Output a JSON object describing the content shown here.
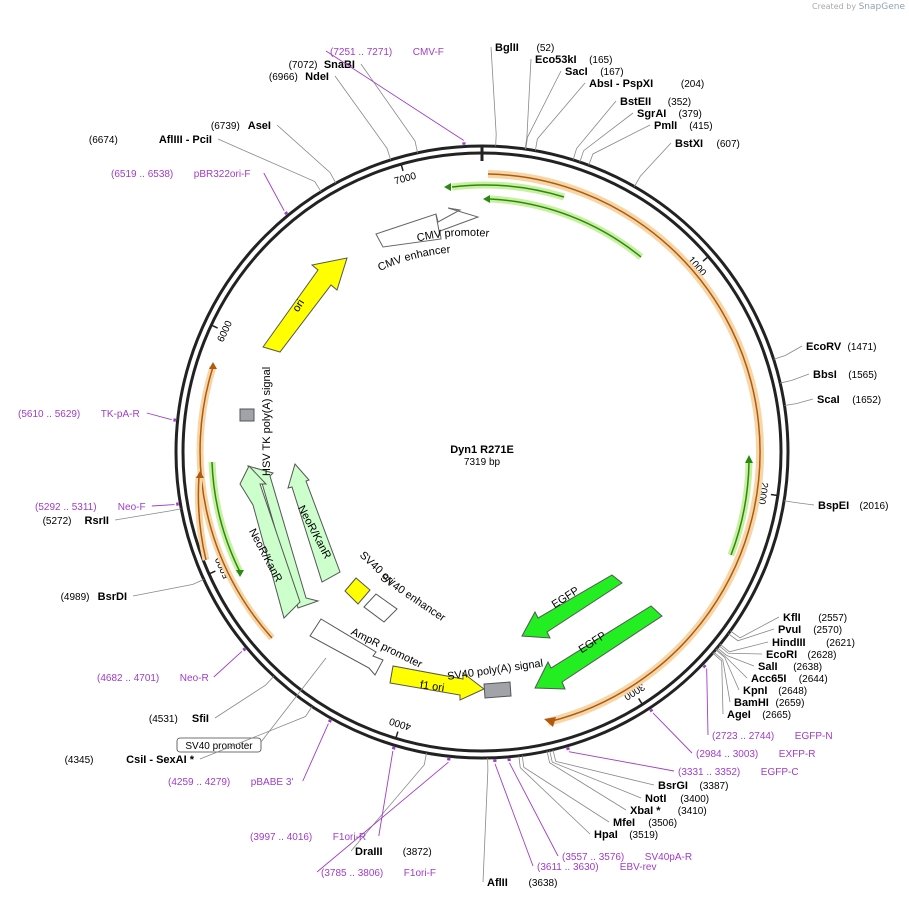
{
  "credit": {
    "prefix": "Created by",
    "brand": "SnapGene"
  },
  "plasmid": {
    "name": "Dyn1 R271E",
    "size_label": "7319 bp",
    "length": 7319
  },
  "colors": {
    "backbone": "#222222",
    "primer": "#a03cc8",
    "orf": "#e8a64a",
    "orf_glow": "#f6d6a6",
    "green_glow": "#c8f0a0",
    "green": "#2a8a10",
    "yellow": "#ffff00",
    "egfp": "#22ee22",
    "neo": "#ccffcc",
    "grey": "#a0a4a8"
  },
  "ticks": [
    "1000",
    "2000",
    "3000",
    "4000",
    "5000",
    "6000",
    "7000"
  ],
  "sites": [
    {
      "name": "BglII",
      "pos": "(52)"
    },
    {
      "name": "Eco53kI",
      "pos": "(165)"
    },
    {
      "name": "SacI",
      "pos": "(167)"
    },
    {
      "name": "AbsI  - PspXI",
      "pos": "(204)"
    },
    {
      "name": "BstEII",
      "pos": "(352)"
    },
    {
      "name": "SgrAI",
      "pos": "(379)"
    },
    {
      "name": "PmlI",
      "pos": "(415)"
    },
    {
      "name": "BstXI",
      "pos": "(607)"
    },
    {
      "name": "EcoRV",
      "pos": "(1471)"
    },
    {
      "name": "BbsI",
      "pos": "(1565)"
    },
    {
      "name": "ScaI",
      "pos": "(1652)"
    },
    {
      "name": "BspEI",
      "pos": "(2016)"
    },
    {
      "name": "KflI",
      "pos": "(2557)"
    },
    {
      "name": "PvuI",
      "pos": "(2570)"
    },
    {
      "name": "HindIII",
      "pos": "(2621)"
    },
    {
      "name": "EcoRI",
      "pos": "(2628)"
    },
    {
      "name": "SalI",
      "pos": "(2638)"
    },
    {
      "name": "Acc65I",
      "pos": "(2644)"
    },
    {
      "name": "KpnI",
      "pos": "(2648)"
    },
    {
      "name": "BamHI",
      "pos": "(2659)"
    },
    {
      "name": "AgeI",
      "pos": "(2665)"
    },
    {
      "name": "BsrGI",
      "pos": "(3387)"
    },
    {
      "name": "NotI",
      "pos": "(3400)"
    },
    {
      "name": "XbaI *",
      "pos": "(3410)"
    },
    {
      "name": "MfeI",
      "pos": "(3506)"
    },
    {
      "name": "HpaI",
      "pos": "(3519)"
    },
    {
      "name": "AflII",
      "pos": "(3638)"
    },
    {
      "name": "DraIII",
      "pos": "(3872)"
    },
    {
      "name": "CsiI  - SexAI *",
      "pos": "(4345)"
    },
    {
      "name": "SfiI",
      "pos": "(4531)"
    },
    {
      "name": "BsrDI",
      "pos": "(4989)"
    },
    {
      "name": "RsrII",
      "pos": "(5272)"
    },
    {
      "name": "AflIII  - PciI",
      "pos": "(6674)"
    },
    {
      "name": "AseI",
      "pos": "(6739)"
    },
    {
      "name": "NdeI",
      "pos": "(6966)"
    },
    {
      "name": "SnaBI",
      "pos": "(7072)"
    }
  ],
  "primers": [
    {
      "name": "CMV-F",
      "range": "(7251 .. 7271)"
    },
    {
      "name": "pBR322ori-F",
      "range": "(6519 .. 6538)"
    },
    {
      "name": "TK-pA-R",
      "range": "(5610 .. 5629)"
    },
    {
      "name": "Neo-F",
      "range": "(5292 .. 5311)"
    },
    {
      "name": "Neo-R",
      "range": "(4682 .. 4701)"
    },
    {
      "name": "pBABE 3'",
      "range": "(4259 .. 4279)"
    },
    {
      "name": "F1ori-R",
      "range": "(3997 .. 4016)"
    },
    {
      "name": "F1ori-F",
      "range": "(3785 .. 3806)"
    },
    {
      "name": "EBV-rev",
      "range": "(3611 .. 3630)"
    },
    {
      "name": "SV40pA-R",
      "range": "(3557 .. 3576)"
    },
    {
      "name": "EGFP-C",
      "range": "(3331 .. 3352)"
    },
    {
      "name": "EXFP-R",
      "range": "(2984 .. 3003)"
    },
    {
      "name": "EGFP-N",
      "range": "(2723 .. 2744)"
    }
  ],
  "features": {
    "cmv_promoter": "CMV promoter",
    "cmv_enhancer": "CMV enhancer",
    "ori": "ori",
    "hsv_tk": "HSV TK poly(A) signal",
    "neo_inner": "NeoR/KanR",
    "neo_outer": "NeoR/KanR",
    "sv40_ori": "SV40 ori",
    "sv40_enhancer": "SV40 enhancer",
    "ampr_promoter": "AmpR promoter",
    "f1_ori": "f1 ori",
    "sv40_polya": "SV40 poly(A) signal",
    "egfp_inner": "EGFP",
    "egfp_outer": "EGFP",
    "sv40_promoter": "SV40 promoter"
  }
}
